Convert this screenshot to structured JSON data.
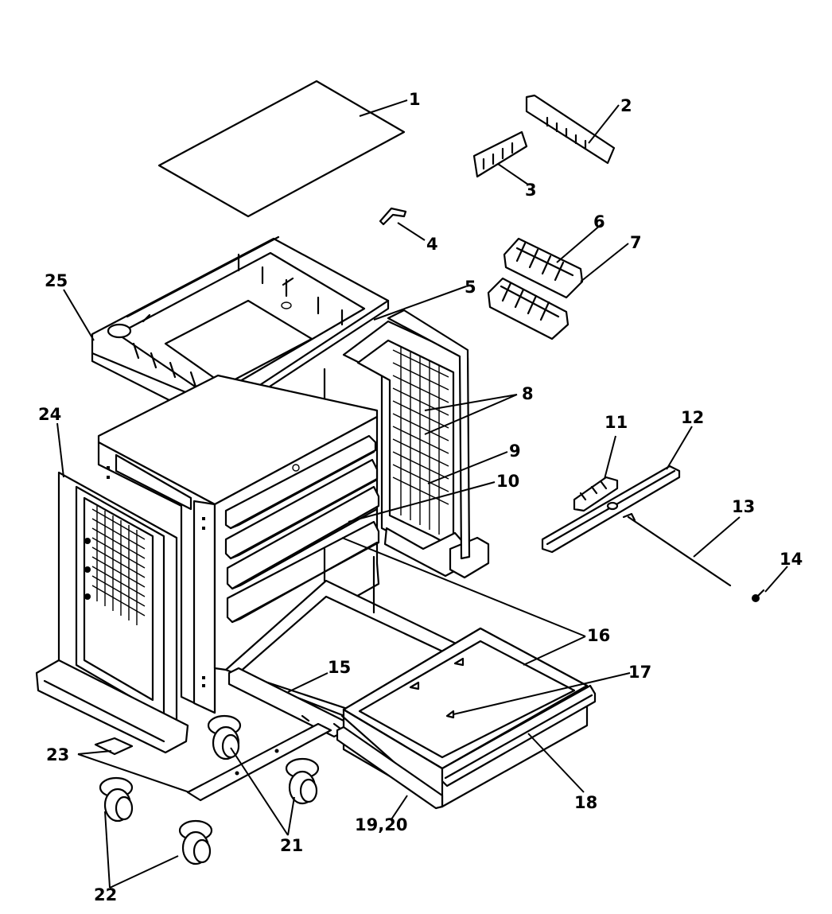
{
  "diagram": {
    "callouts": [
      {
        "id": "1",
        "text": "1"
      },
      {
        "id": "2",
        "text": "2"
      },
      {
        "id": "3",
        "text": "3"
      },
      {
        "id": "4",
        "text": "4"
      },
      {
        "id": "5",
        "text": "5"
      },
      {
        "id": "6",
        "text": "6"
      },
      {
        "id": "7",
        "text": "7"
      },
      {
        "id": "8",
        "text": "8"
      },
      {
        "id": "9",
        "text": "9"
      },
      {
        "id": "10",
        "text": "10"
      },
      {
        "id": "11",
        "text": "11"
      },
      {
        "id": "12",
        "text": "12"
      },
      {
        "id": "13",
        "text": "13"
      },
      {
        "id": "14",
        "text": "14"
      },
      {
        "id": "15",
        "text": "15"
      },
      {
        "id": "16",
        "text": "16"
      },
      {
        "id": "17",
        "text": "17"
      },
      {
        "id": "18",
        "text": "18"
      },
      {
        "id": "19_20",
        "text": "19,20"
      },
      {
        "id": "21",
        "text": "21"
      },
      {
        "id": "22",
        "text": "22"
      },
      {
        "id": "23",
        "text": "23"
      },
      {
        "id": "24",
        "text": "24"
      },
      {
        "id": "25",
        "text": "25"
      }
    ],
    "colors": {
      "ink": "#000000",
      "paper": "#ffffff"
    }
  }
}
